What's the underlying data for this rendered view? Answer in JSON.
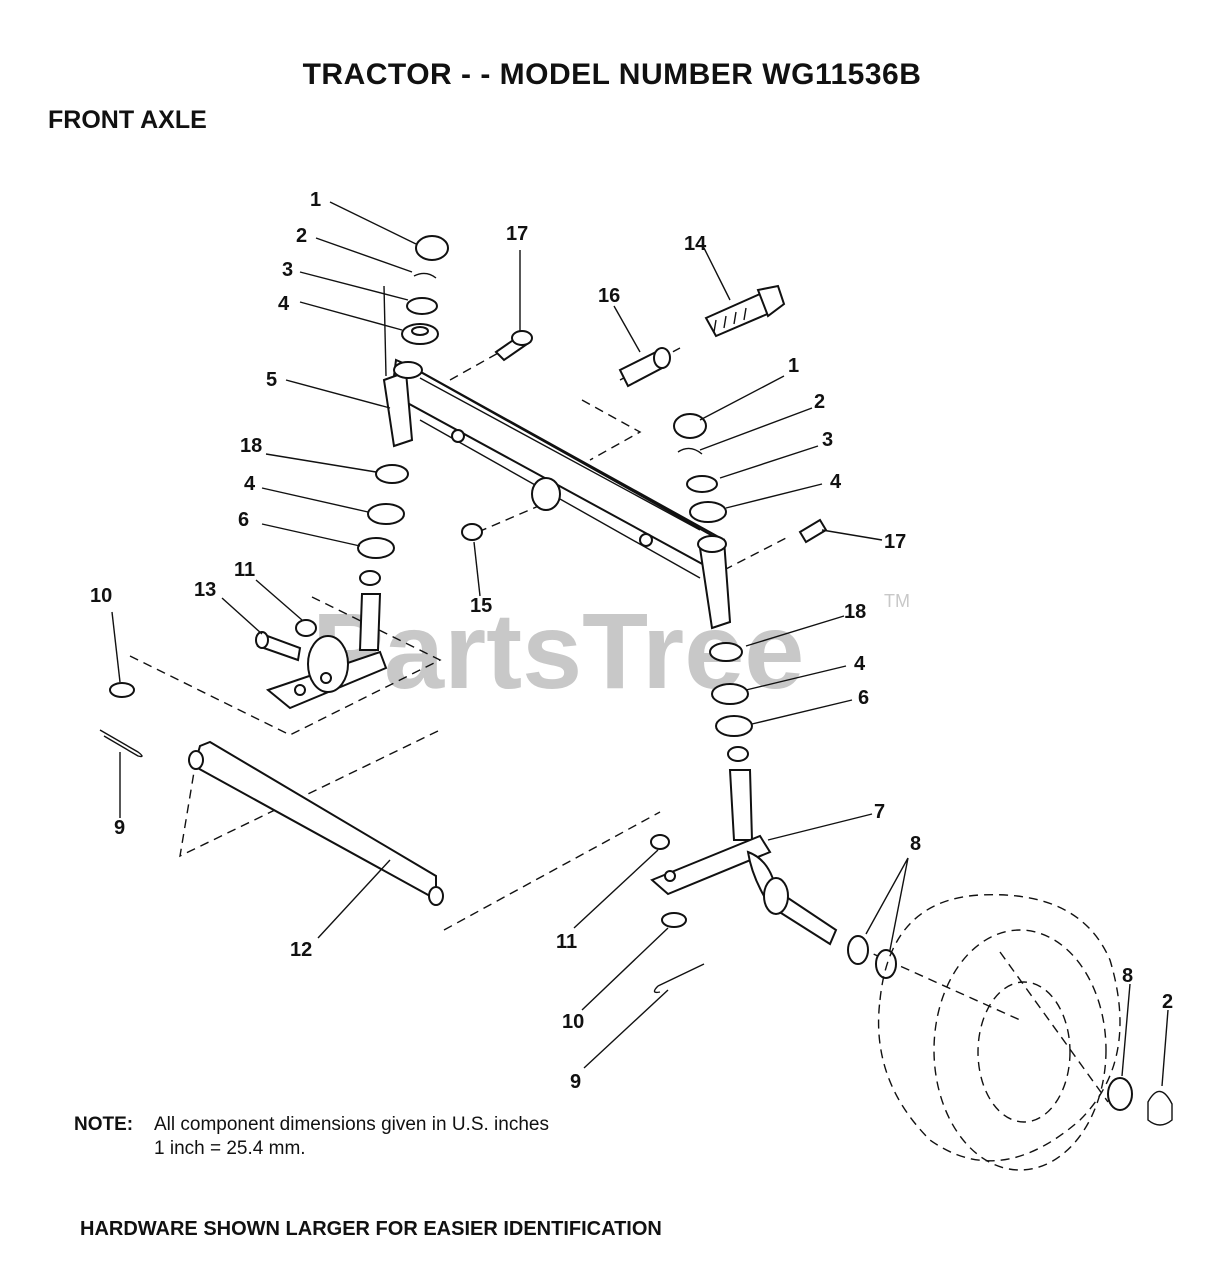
{
  "title": "TRACTOR - - MODEL NUMBER WG11536B",
  "section": "FRONT AXLE",
  "watermark": "PartsTree",
  "trademark": "TM",
  "callouts": {
    "c1a": "1",
    "c2a": "2",
    "c3a": "3",
    "c4a": "4",
    "c5": "5",
    "c18a": "18",
    "c4b": "4",
    "c6a": "6",
    "c11a": "11",
    "c13": "13",
    "c10a": "10",
    "c9a": "9",
    "c17a": "17",
    "c16": "16",
    "c14": "14",
    "c1b": "1",
    "c2b": "2",
    "c3b": "3",
    "c4c": "4",
    "c17b": "17",
    "c15": "15",
    "c18b": "18",
    "c4d": "4",
    "c6b": "6",
    "c7": "7",
    "c8a": "8",
    "c12": "12",
    "c11b": "11",
    "c10b": "10",
    "c9b": "9",
    "c8b": "8",
    "c2c": "2"
  },
  "note": {
    "label": "NOTE:",
    "line1": "All component dimensions given in U.S. inches",
    "line2": "1 inch = 25.4 mm."
  },
  "footer": "HARDWARE SHOWN LARGER FOR EASIER IDENTIFICATION"
}
